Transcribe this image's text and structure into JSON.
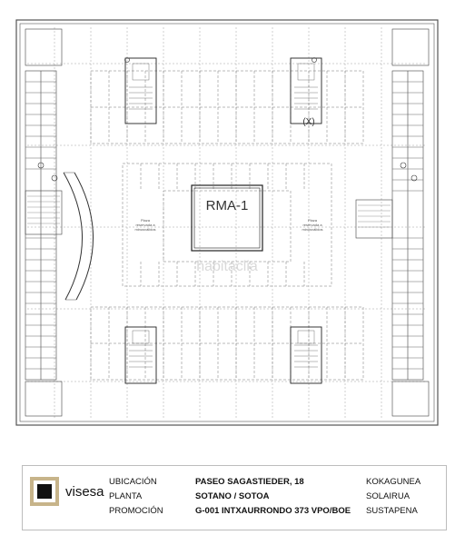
{
  "plan": {
    "central_label": "RMA-1",
    "marker_label": "(X)",
    "watermark": "habitaclia",
    "note_lines": [
      "Plaza",
      "reservada a",
      "minusválidos"
    ]
  },
  "legend": {
    "brand": "visesa",
    "brand_colors": {
      "ring": "#c7b48a",
      "core": "#111111"
    },
    "labels": [
      "UBICACIÓN",
      "PLANTA",
      "PROMOCIÓN"
    ],
    "values": [
      "PASEO SAGASTIEDER, 18",
      "SOTANO / SOTOA",
      "G-001 INTXAURRONDO 373 VPO/BOE"
    ],
    "basque_labels": [
      "KOKAGUNEA",
      "SOLAIRUA",
      "SUSTAPENA"
    ]
  }
}
